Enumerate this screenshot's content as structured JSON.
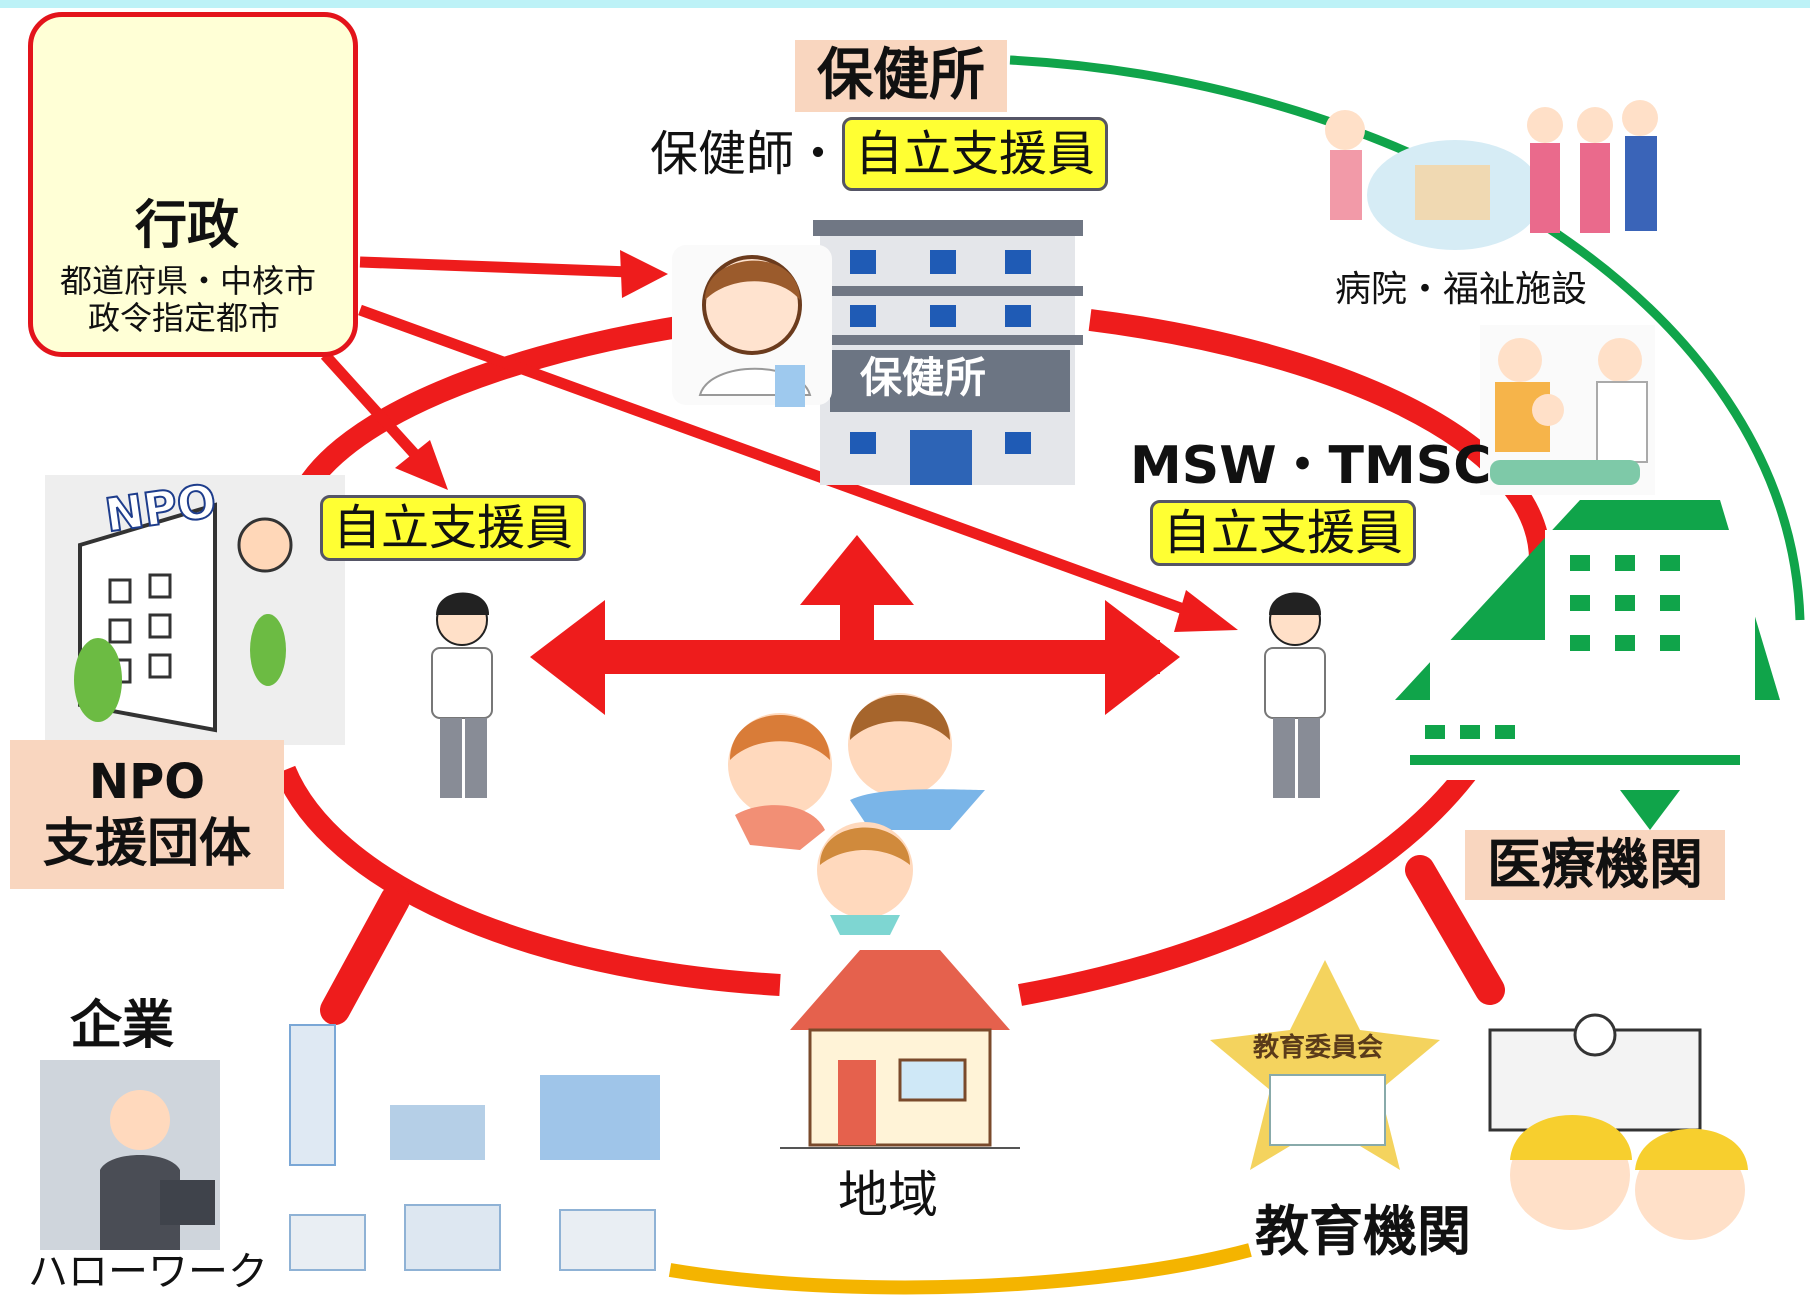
{
  "government": {
    "title": "行政",
    "line1": "都道府県・中核市",
    "line2": "政令指定都市"
  },
  "health_center": {
    "label": "保健所",
    "staff_prefix": "保健師・",
    "staff_highlight": "自立支援員",
    "building_sign": "保健所"
  },
  "npo": {
    "logo": "NPO",
    "highlight": "自立支援員",
    "name_line1": "NPO",
    "name_line2": "支援団体"
  },
  "medical": {
    "staff_label": "MSW・TMSC",
    "highlight": "自立支援員",
    "name": "医療機関",
    "hospital_welfare": "病院・福祉施設"
  },
  "companies": {
    "title": "企業",
    "sub": "ハローワーク"
  },
  "community": {
    "label": "地域"
  },
  "education": {
    "name": "教育機関",
    "star_label": "教育委員会"
  },
  "colors": {
    "network_red": "#ee1c1c",
    "medical_green": "#10a44a",
    "education_gold": "#f4b400",
    "label_peach": "#f9d6bf",
    "highlight_yellow": "#ffff33"
  }
}
